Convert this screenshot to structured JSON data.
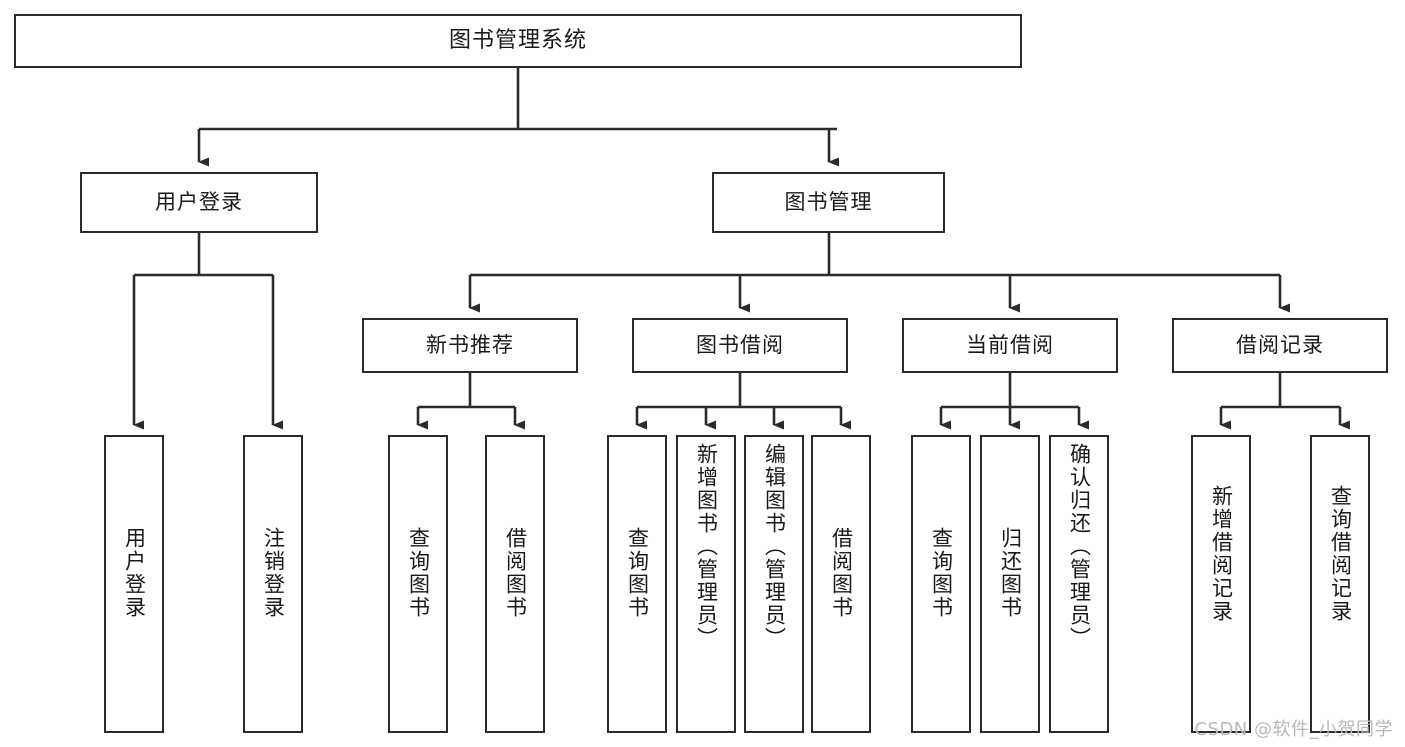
{
  "diagram": {
    "title": "图书管理系统",
    "type": "tree-hierarchy",
    "root": {
      "label": "图书管理系统"
    },
    "level2": [
      {
        "label": "用户登录"
      },
      {
        "label": "图书管理"
      }
    ],
    "level3": [
      {
        "label": "新书推荐"
      },
      {
        "label": "图书借阅"
      },
      {
        "label": "当前借阅"
      },
      {
        "label": "借阅记录"
      }
    ],
    "leaves": {
      "user_login": [
        {
          "label": "用户登录"
        },
        {
          "label": "注销登录"
        }
      ],
      "new_book_recommend": [
        {
          "label": "查询图书"
        },
        {
          "label": "借阅图书"
        }
      ],
      "book_borrow": [
        {
          "label": "查询图书"
        },
        {
          "label": "新增图书（管理员）"
        },
        {
          "label": "编辑图书（管理员）"
        },
        {
          "label": "借阅图书"
        }
      ],
      "current_borrow": [
        {
          "label": "查询图书"
        },
        {
          "label": "归还图书"
        },
        {
          "label": "确认归还（管理员）"
        }
      ],
      "borrow_record": [
        {
          "label": "新增借阅记录"
        },
        {
          "label": "查询借阅记录"
        }
      ]
    },
    "watermark": "CSDN @软件_小贺同学",
    "colors": {
      "box_border": "#2b2b2b",
      "box_fill": "#ffffff",
      "text": "#1a1a1a",
      "connector": "#2b2b2b",
      "watermark": "#b9b9b9",
      "background": "#ffffff"
    }
  }
}
